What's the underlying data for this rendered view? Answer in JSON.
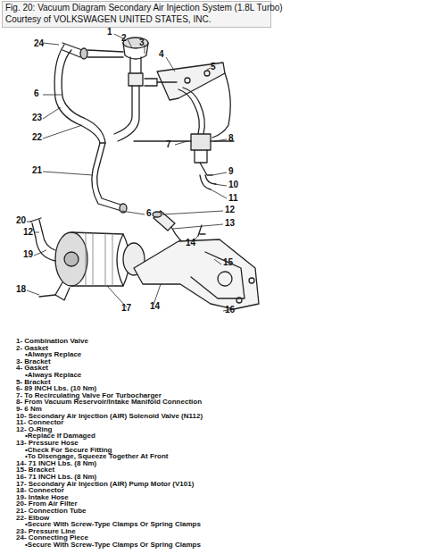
{
  "diagram": {
    "title": "Fig. 20: Vacuum Diagram Secondary Air Injection System (1.8L Turbo)",
    "labels": [
      "Courtesy of VOLKSWAGEN UNITED STATES, INC.",
      "24",
      "1",
      "2",
      "3",
      "4",
      "5",
      "6",
      "23",
      "7",
      "8",
      "22",
      "9",
      "10",
      "11",
      "21",
      "6",
      "12",
      "13",
      "20",
      "12",
      "19",
      "18",
      "14",
      "15",
      "17",
      "14",
      "16",
      "1- Combination Valve",
      "2- Gasket",
      "•Always Replace",
      "3- Bracket",
      "4- Gasket",
      "•Always Replace",
      "5- Bracket",
      "6- 89 INCH Lbs. (10 Nm)",
      "7- To Recirculating Valve For Turbocharger",
      "8- From Vacuum Reservoir/Intake Manifold Connection",
      "9- 6 Nm",
      "10- Secondary Air Injection (AIR) Solenoid Valve (N112)",
      "11- Connector",
      "12- O-Ring",
      "•Replace If Damaged",
      "13- Pressure Hose",
      "•Check For Secure Fitting",
      "•To Disengage, Squeeze Together At Front",
      "14- 71 INCH Lbs. (8 Nm)",
      "15- Bracket",
      "16- 71 INCH Lbs. (8 Nm)",
      "17- Secondary Air Injection (AIR) Pump Motor (V101)",
      "18- Connector",
      "19- Intake Hose",
      "20- From Air Filter",
      "21- Connection Tube",
      "22- Elbow",
      "•Secure With Screw-Type Clamps Or Spring Clamps",
      "23- Pressure Line",
      "24- Connecting Piece",
      "•Secure With Screw-Type Clamps Or Spring Clamps"
    ]
  }
}
